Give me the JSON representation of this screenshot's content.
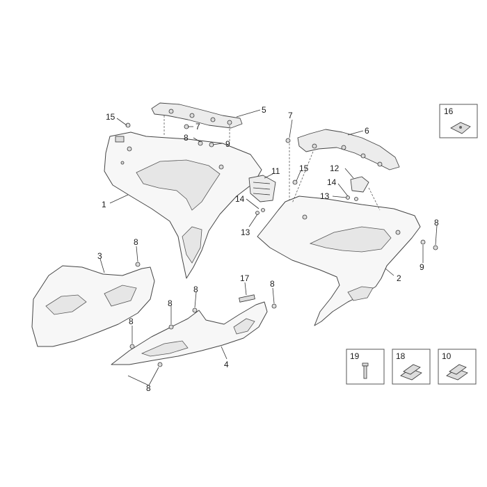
{
  "callouts": {
    "c1": "1",
    "c2": "2",
    "c3": "3",
    "c4": "4",
    "c5": "5",
    "c6": "6",
    "c7a": "7",
    "c7b": "7",
    "c8a": "8",
    "c8b": "8",
    "c8c": "8",
    "c8d": "8",
    "c8e": "8",
    "c8f": "8",
    "c8g": "8",
    "c8h": "8",
    "c9a": "9",
    "c9b": "9",
    "c11": "11",
    "c12": "12",
    "c13a": "13",
    "c13b": "13",
    "c14a": "14",
    "c14b": "14",
    "c15a": "15",
    "c15b": "15",
    "c17": "17"
  },
  "insets": {
    "i16": "16",
    "i18": "18",
    "i19": "19",
    "i10": "10"
  }
}
